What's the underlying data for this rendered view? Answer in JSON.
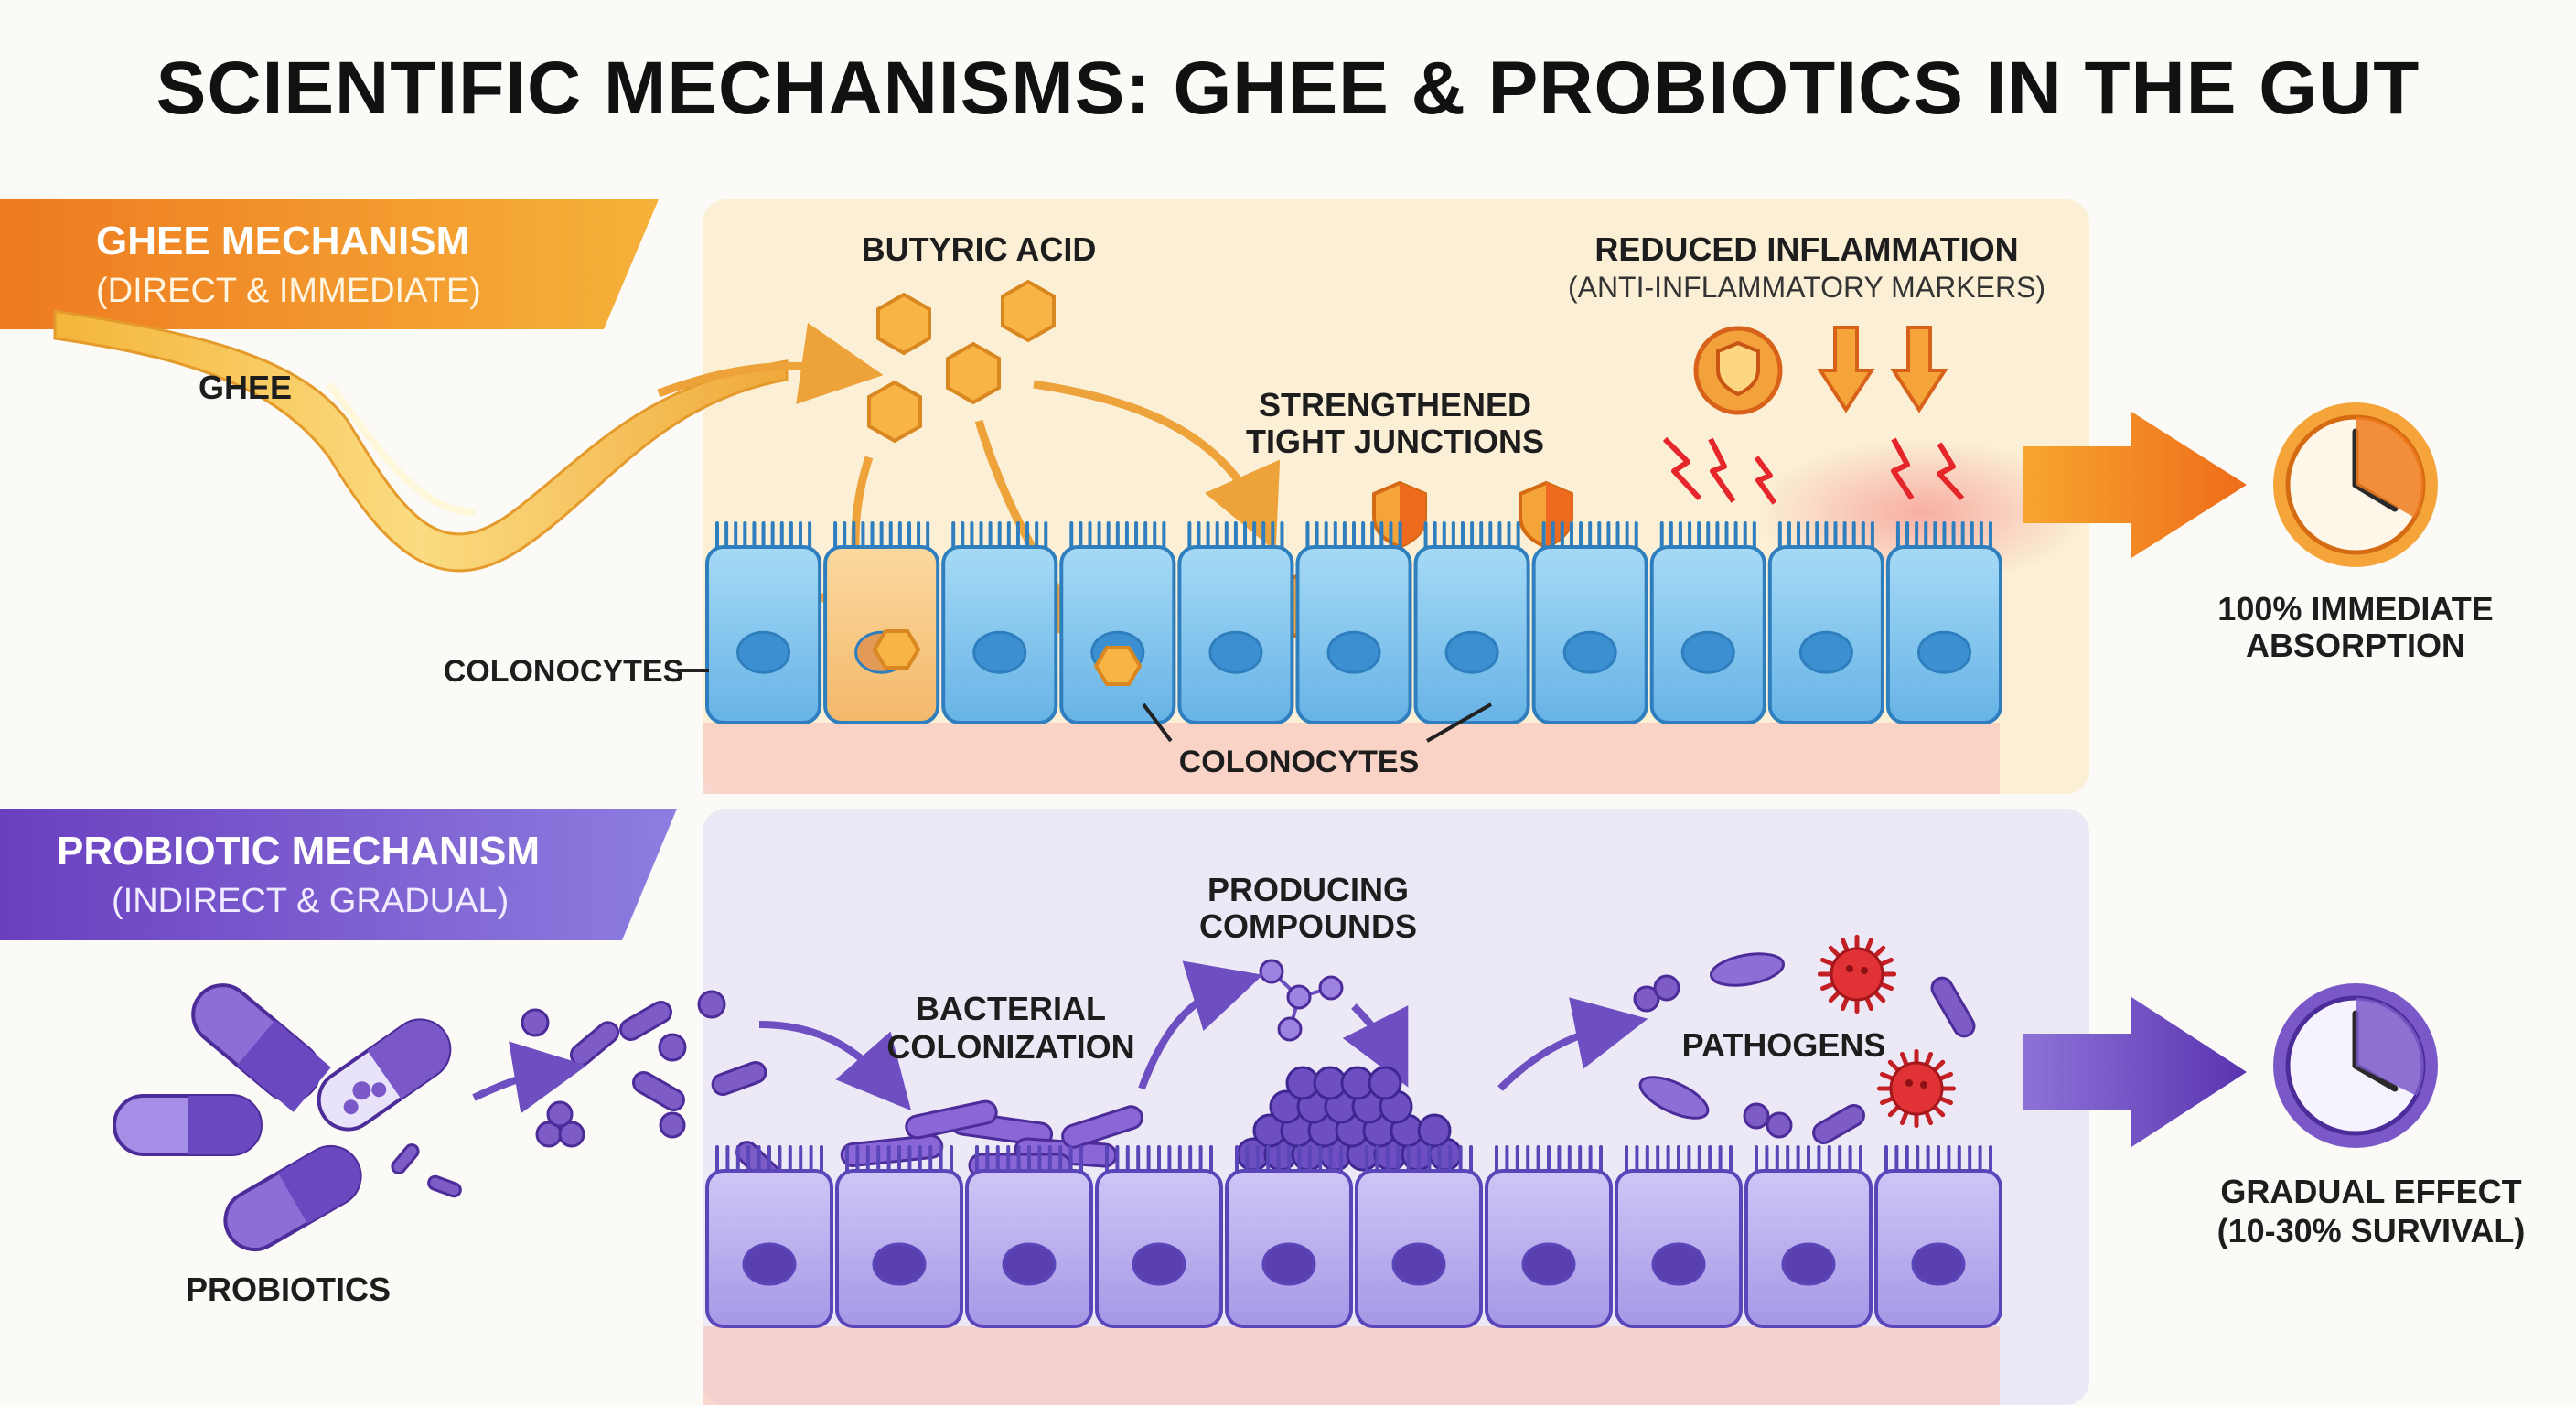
{
  "title": "SCIENTIFIC MECHANISMS: GHEE & PROBIOTICS IN THE GUT",
  "colors": {
    "ghee_accent": "#f07c1e",
    "ghee_panel": "#fbefd6",
    "probiotic_accent": "#7a58c8",
    "probiotic_panel": "#ece8f6",
    "colonocyte_blue": "#7ec4ec",
    "colonocyte_purple": "#b8aef0",
    "pathogen_red": "#d9262a"
  },
  "ghee_section": {
    "banner_title": "GHEE MECHANISM",
    "banner_subtitle": "(DIRECT & IMMEDIATE)",
    "ghee_label": "GHEE",
    "butyric_label": "BUTYRIC ACID",
    "tight_junctions_label_line1": "STRENGTHENED",
    "tight_junctions_label_line2": "TIGHT JUNCTIONS",
    "inflammation_label": "REDUCED INFLAMMATION",
    "inflammation_sub": "(ANTI-INFLAMMATORY MARKERS)",
    "colonocytes_left_label": "COLONOCYTES",
    "colonocytes_bottom_label": "COLONOCYTES",
    "result_line1": "100% IMMEDIATE",
    "result_line2": "ABSORPTION",
    "icons": [
      "ghee-stream-icon",
      "hexagon-molecule-icon",
      "shield-icon",
      "down-arrow-icon",
      "lightning-bolt-icon",
      "clock-icon"
    ]
  },
  "probiotic_section": {
    "banner_title": "PROBIOTIC MECHANISM",
    "banner_subtitle": "(INDIRECT & GRADUAL)",
    "probiotics_label": "PROBIOTICS",
    "colonization_line1": "BACTERIAL",
    "colonization_line2": "COLONIZATION",
    "compounds_line1": "PRODUCING",
    "compounds_line2": "COMPOUNDS",
    "pathogens_label": "PATHOGENS",
    "result_line1": "GRADUAL EFFECT",
    "result_line2": "(10-30% SURVIVAL)",
    "icons": [
      "capsule-icon",
      "bacteria-icon",
      "molecule-icon",
      "pathogen-icon",
      "clock-icon"
    ]
  }
}
